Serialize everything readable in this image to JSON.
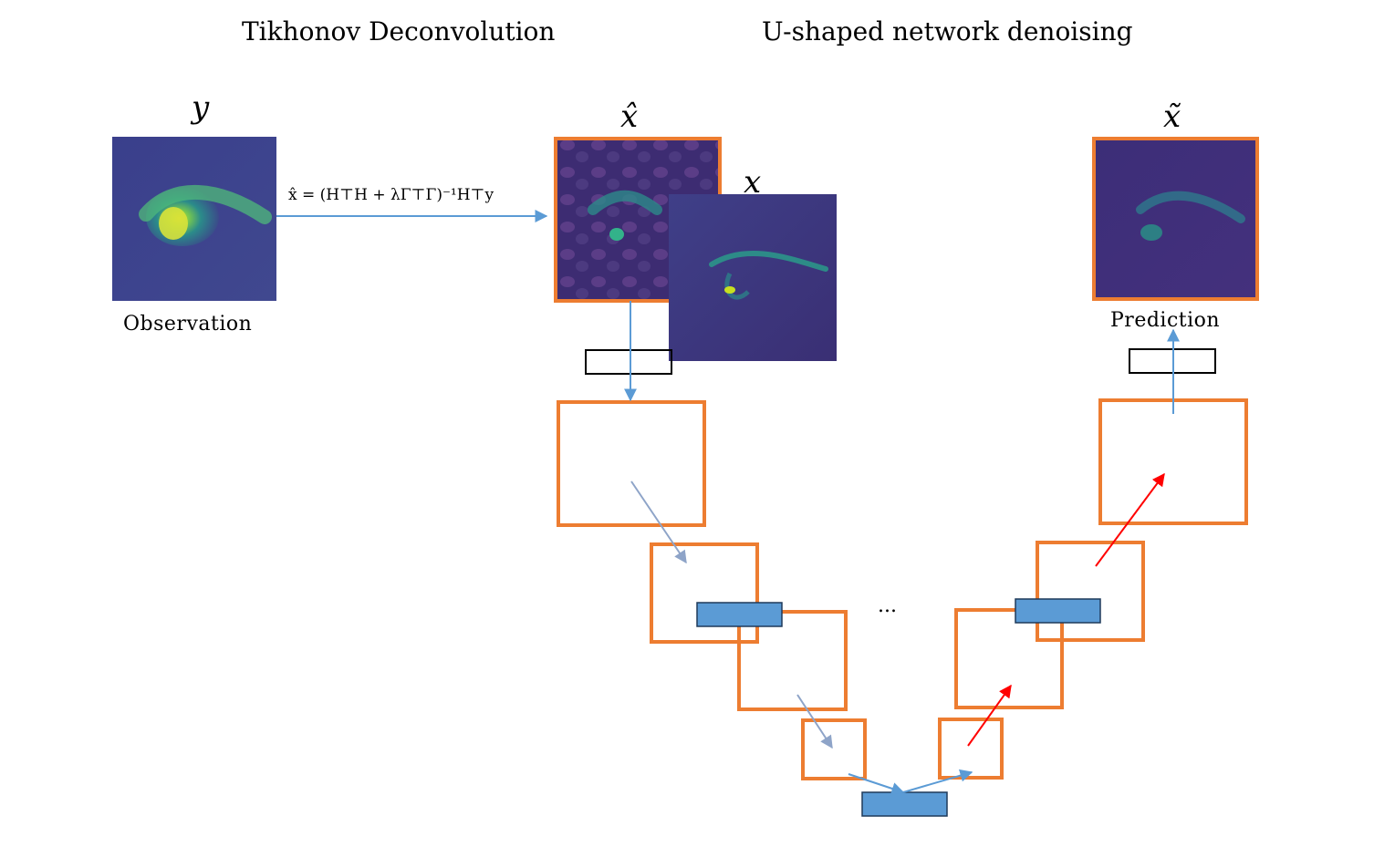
{
  "titles": {
    "left": "Tikhonov Deconvolution",
    "right": "U-shaped network denoising"
  },
  "symbols": {
    "observation": "y",
    "deconvolved": "x̂",
    "ground_truth": "x",
    "prediction": "x̃"
  },
  "captions": {
    "observation": "Observation",
    "prediction": "Prediction"
  },
  "formula": "x̂ = (H⊤H + λΓ⊤Γ)⁻¹H⊤y",
  "ellipsis": "...",
  "colors": {
    "block_border": "#ed7d31",
    "feature_fill": "#5b9bd5",
    "arrow_blue": "#5b9bd5",
    "arrow_gray": "#8ea4c8",
    "arrow_red": "#ff0000",
    "image_bg": "#3b1f6e",
    "image_highlight": "#c8e020"
  }
}
